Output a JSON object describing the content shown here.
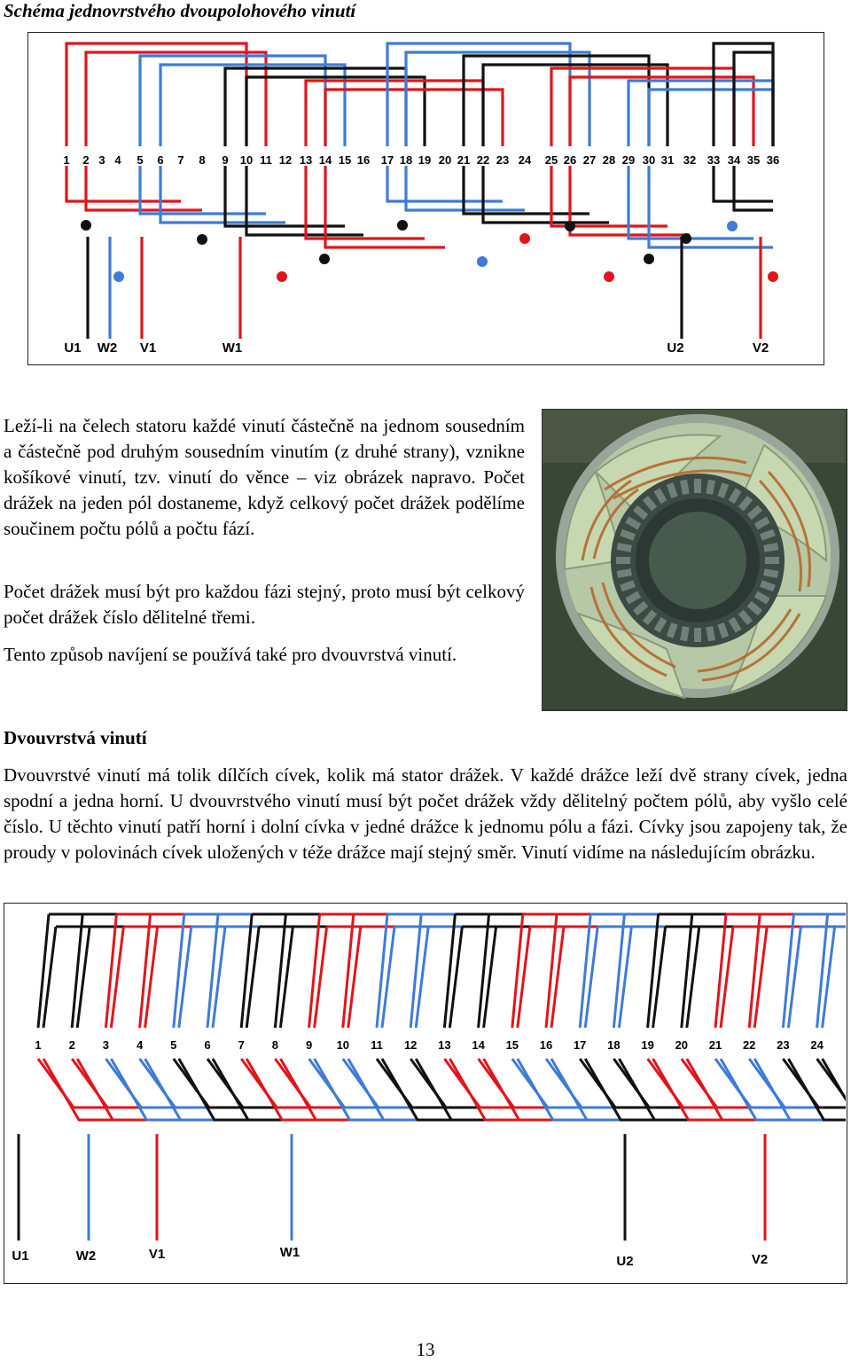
{
  "title": "Schéma jednovrstvého dvoupolohového vinutí",
  "colors": {
    "black": "#111111",
    "red": "#e0151b",
    "blue": "#3f7bd6"
  },
  "figure1": {
    "slot_numbers": [
      "1",
      "2",
      "3",
      "4",
      "5",
      "6",
      "7",
      "8",
      "9",
      "10",
      "11",
      "12",
      "13",
      "14",
      "15",
      "16",
      "17",
      "18",
      "19",
      "20",
      "21",
      "22",
      "23",
      "24",
      "25",
      "26",
      "27",
      "28",
      "29",
      "30",
      "31",
      "32",
      "33",
      "34",
      "35",
      "36"
    ],
    "terminals": [
      "U1",
      "W2",
      "V1",
      "W1",
      "U2",
      "V2"
    ]
  },
  "paragraphs": {
    "p1": "Leží-li na čelech statoru každé vinutí částečně na jednom sousedním a částečně pod druhým sousedním vinutím (z druhé strany), vznikne košíkové vinutí, tzv. vinutí do věnce – viz obrázek napravo. Počet drážek na jeden pól dostaneme, když celkový počet drážek podělíme součinem počtu pólů a počtu fází.",
    "p2": "Počet drážek musí být pro každou fázi stejný, proto musí být celkový počet drážek číslo dělitelné třemi.",
    "p3": "Tento způsob navíjení se používá také pro dvouvrstvá vinutí."
  },
  "section_heading": "Dvouvrstvá vinutí",
  "p4": "Dvouvrstvé vinutí má tolik dílčích cívek, kolik má stator drážek. V každé drážce leží dvě strany cívek, jedna spodní a jedna horní. U dvouvrstvého vinutí musí být počet drážek vždy dělitelný počtem pólů, aby vyšlo celé číslo. U těchto vinutí patří horní i dolní cívka v jedné drážce k jednomu pólu a fázi. Cívky jsou zapojeny tak, že proudy v polovinách cívek uložených v téže drážce mají stejný směr. Vinutí vidíme na následujícím obrázku.",
  "figure2": {
    "slot_numbers": [
      "1",
      "2",
      "3",
      "4",
      "5",
      "6",
      "7",
      "8",
      "9",
      "10",
      "11",
      "12",
      "13",
      "14",
      "15",
      "16",
      "17",
      "18",
      "19",
      "20",
      "21",
      "22",
      "23",
      "24"
    ],
    "terminals": [
      "U1",
      "W2",
      "V1",
      "W1",
      "U2",
      "V2"
    ]
  },
  "page_number": "13"
}
